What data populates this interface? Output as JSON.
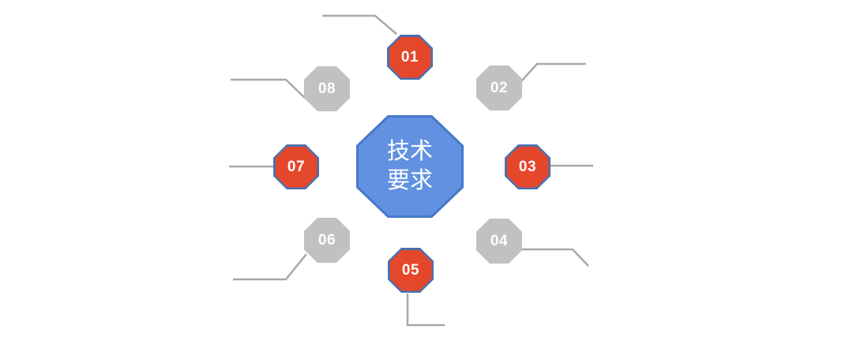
{
  "diagram": {
    "center": {
      "label_line1": "技术",
      "label_line2": "要求"
    },
    "nodes": [
      {
        "id": "01",
        "label": "01",
        "color": "red"
      },
      {
        "id": "02",
        "label": "02",
        "color": "gray"
      },
      {
        "id": "03",
        "label": "03",
        "color": "red"
      },
      {
        "id": "04",
        "label": "04",
        "color": "gray"
      },
      {
        "id": "05",
        "label": "05",
        "color": "red"
      },
      {
        "id": "06",
        "label": "06",
        "color": "gray"
      },
      {
        "id": "07",
        "label": "07",
        "color": "red"
      },
      {
        "id": "08",
        "label": "08",
        "color": "gray"
      }
    ],
    "colors": {
      "node_red": "#E5472B",
      "node_red_border": "#4B6FAE",
      "node_gray": "#C1C1C1",
      "center_fill": "#6191E0",
      "center_border": "#4779C9",
      "connector_line": "#A8A8A8",
      "label_text": "#FFFFFF",
      "background": "#FFFFFF"
    }
  }
}
